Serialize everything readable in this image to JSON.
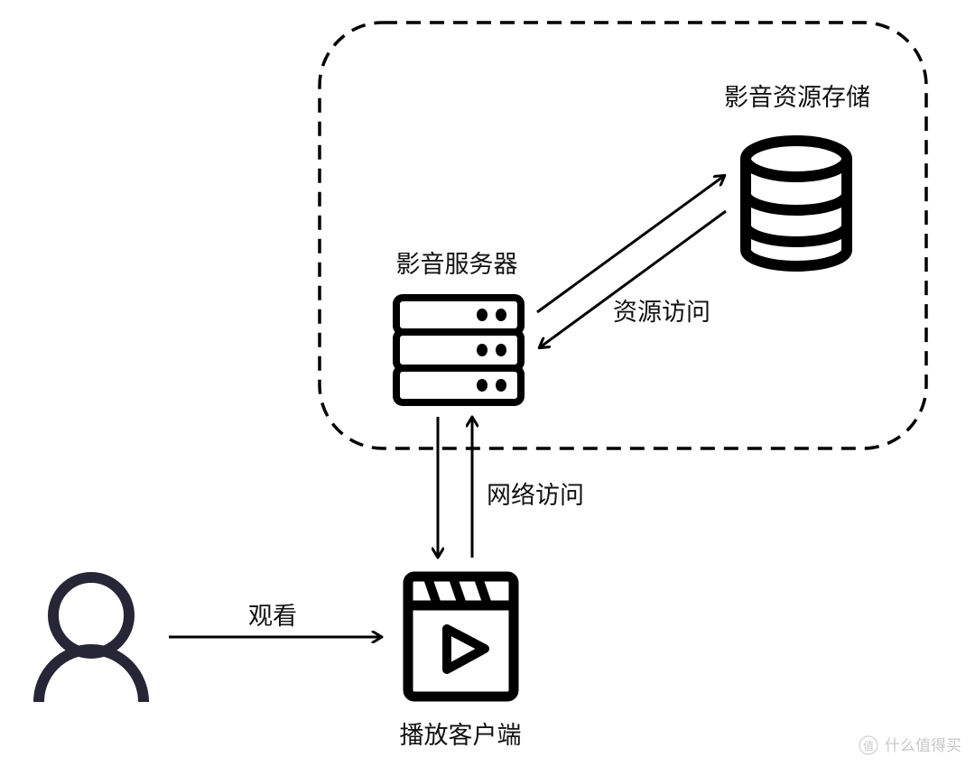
{
  "colors": {
    "stroke": "#000000",
    "person": "#262636",
    "text": "#111111",
    "watermark": "#c8c8c8"
  },
  "nodes": {
    "server": {
      "label": "影音服务器",
      "icon": "server-rack-icon"
    },
    "storage": {
      "label": "影音资源存储",
      "icon": "database-icon"
    },
    "client": {
      "label": "播放客户端",
      "icon": "video-player-icon"
    },
    "user": {
      "icon": "user-icon"
    }
  },
  "edges": {
    "resource_access": {
      "label": "资源访问",
      "from": "server",
      "to": "storage",
      "bidirectional": true
    },
    "network_access": {
      "label": "网络访问",
      "from": "server",
      "to": "client",
      "bidirectional": true
    },
    "watch": {
      "label": "观看",
      "from": "user",
      "to": "client"
    }
  },
  "group": {
    "style": "dashed",
    "contains": [
      "server",
      "storage"
    ]
  },
  "watermark": {
    "badge": "值",
    "text": "什么值得买"
  }
}
